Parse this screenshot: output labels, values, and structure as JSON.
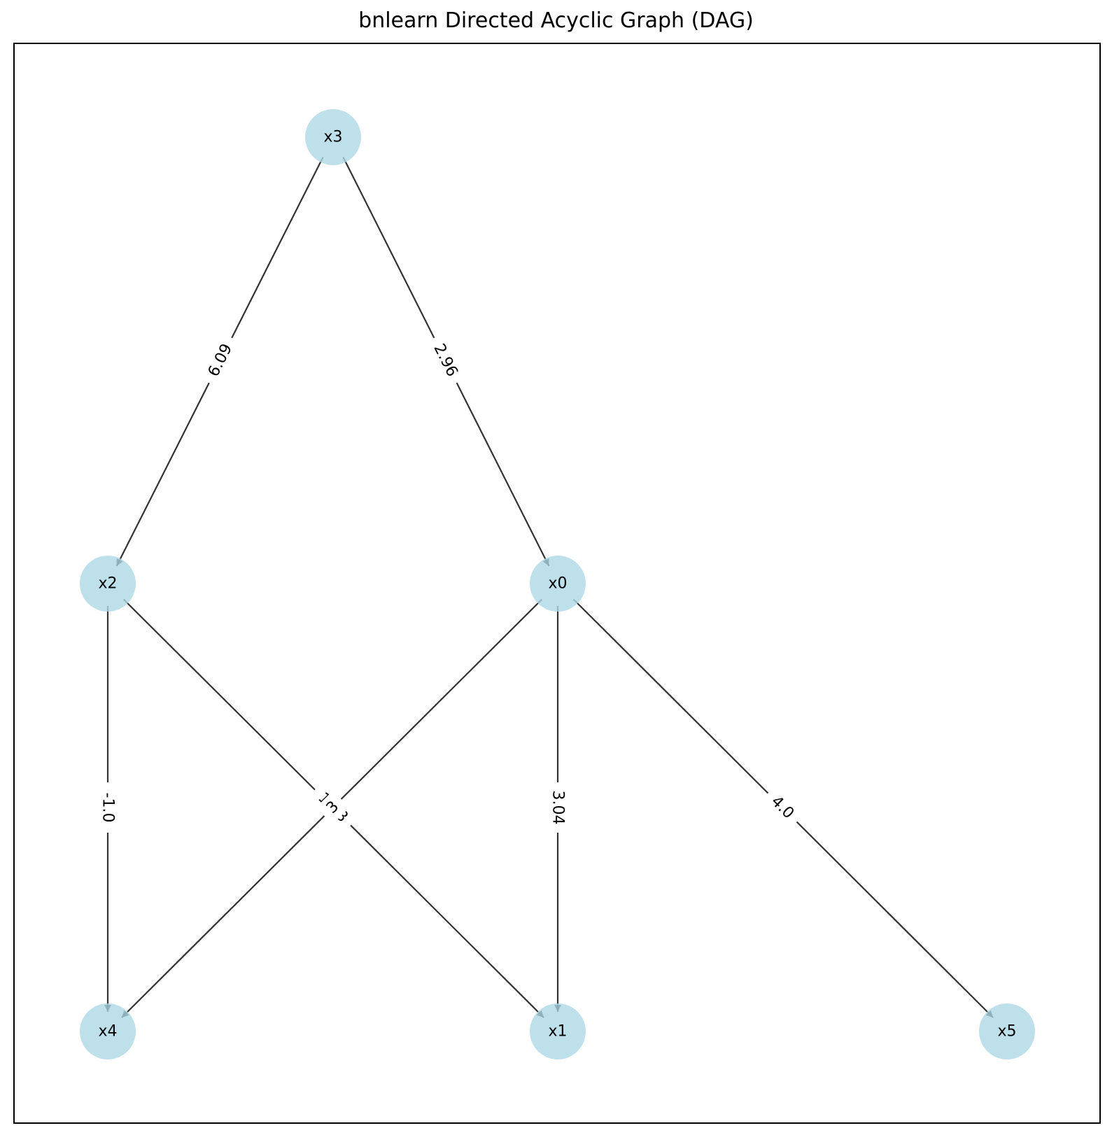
{
  "title": "bnlearn Directed Acyclic Graph (DAG)",
  "colors": {
    "node_fill": "#add8e6",
    "edge": "#000000",
    "frame": "#000000"
  },
  "nodes": [
    {
      "id": "x3",
      "label": "x3"
    },
    {
      "id": "x2",
      "label": "x2"
    },
    {
      "id": "x0",
      "label": "x0"
    },
    {
      "id": "x4",
      "label": "x4"
    },
    {
      "id": "x1",
      "label": "x1"
    },
    {
      "id": "x5",
      "label": "x5"
    }
  ],
  "edges": [
    {
      "from": "x3",
      "to": "x2",
      "weight": "6.09"
    },
    {
      "from": "x3",
      "to": "x0",
      "weight": "2.96"
    },
    {
      "from": "x2",
      "to": "x4",
      "weight": "-1.0"
    },
    {
      "from": "x2",
      "to": "x1",
      "weight": "1.98"
    },
    {
      "from": "x0",
      "to": "x4",
      "weight": "3"
    },
    {
      "from": "x0",
      "to": "x1",
      "weight": "3.04"
    },
    {
      "from": "x0",
      "to": "x5",
      "weight": "4.0"
    }
  ]
}
